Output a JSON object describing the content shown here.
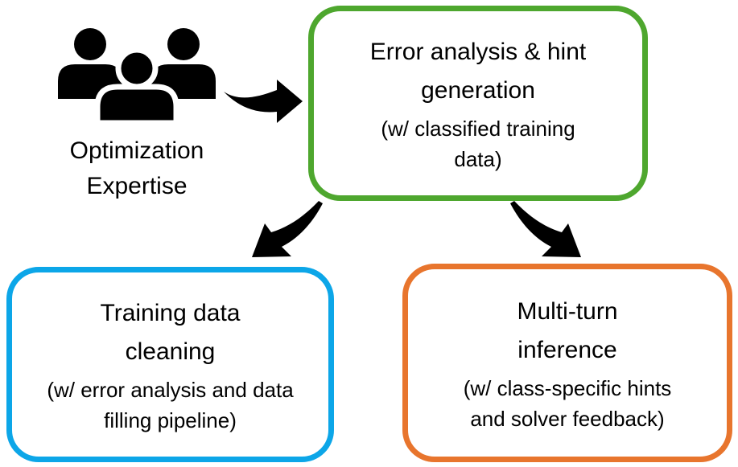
{
  "diagram": {
    "background_color": "#ffffff",
    "text_color": "#000000",
    "arrow_color": "#000000",
    "source": {
      "icon": "people-group-icon",
      "icon_color": "#000000",
      "label": "Optimization Expertise",
      "label_lines": [
        "Optimization",
        "Expertise"
      ]
    },
    "nodes": [
      {
        "id": "error-analysis-hint-generation",
        "title": "Error analysis & hint generation",
        "title_lines": [
          "Error analysis & hint",
          "generation"
        ],
        "subtitle": "(w/ classified training data)",
        "subtitle_lines": [
          "(w/ classified training",
          "data)"
        ],
        "border_color": "#4EA72E"
      },
      {
        "id": "training-data-cleaning",
        "title": "Training data cleaning",
        "title_lines": [
          "Training data",
          "cleaning"
        ],
        "subtitle": "(w/ error analysis and data filling pipeline)",
        "subtitle_lines": [
          "(w/ error analysis and data",
          "filling pipeline)"
        ],
        "border_color": "#0CA6E8"
      },
      {
        "id": "multi-turn-inference",
        "title": "Multi-turn inference",
        "title_lines": [
          "Multi-turn",
          "inference"
        ],
        "subtitle": "(w/ class-specific hints and solver feedback)",
        "subtitle_lines": [
          "(w/ class-specific hints",
          "and solver feedback)"
        ],
        "border_color": "#E8752D"
      }
    ],
    "arrows": [
      {
        "from": "optimization-expertise",
        "to": "error-analysis-hint-generation",
        "color": "#000000"
      },
      {
        "from": "error-analysis-hint-generation",
        "to": "training-data-cleaning",
        "color": "#000000"
      },
      {
        "from": "error-analysis-hint-generation",
        "to": "multi-turn-inference",
        "color": "#000000"
      }
    ]
  }
}
